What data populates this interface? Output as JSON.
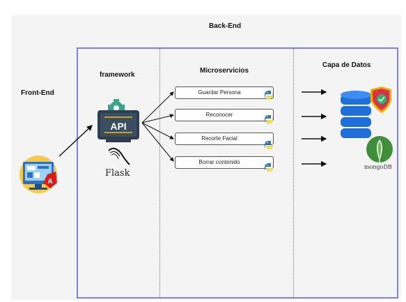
{
  "diagram": {
    "title": "Back-End",
    "front_end_label": "Front-End",
    "framework_label": "framework",
    "microservices_label": "Microservicios",
    "data_layer_label": "Capa de Datos",
    "api_label": "API",
    "flask_label": "Flask",
    "mongodb_label": "mongoDB",
    "services": [
      {
        "label": "Guardar Persona",
        "icon": "python-icon"
      },
      {
        "label": "Reconocer",
        "icon": "python-icon"
      },
      {
        "label": "Recorte Facial",
        "icon": "python-icon"
      },
      {
        "label": "Borrar contenido",
        "icon": "python-icon"
      }
    ],
    "colors": {
      "container_border": "#8080d8",
      "background": "#f4f4f4",
      "angular_red": "#dd1b16",
      "api_dark": "#2f3e4e",
      "api_accent": "#f2c200",
      "database_blue": "#1e6fd9",
      "shield_red": "#d6324a",
      "mongo_green": "#3f8f3a"
    }
  }
}
